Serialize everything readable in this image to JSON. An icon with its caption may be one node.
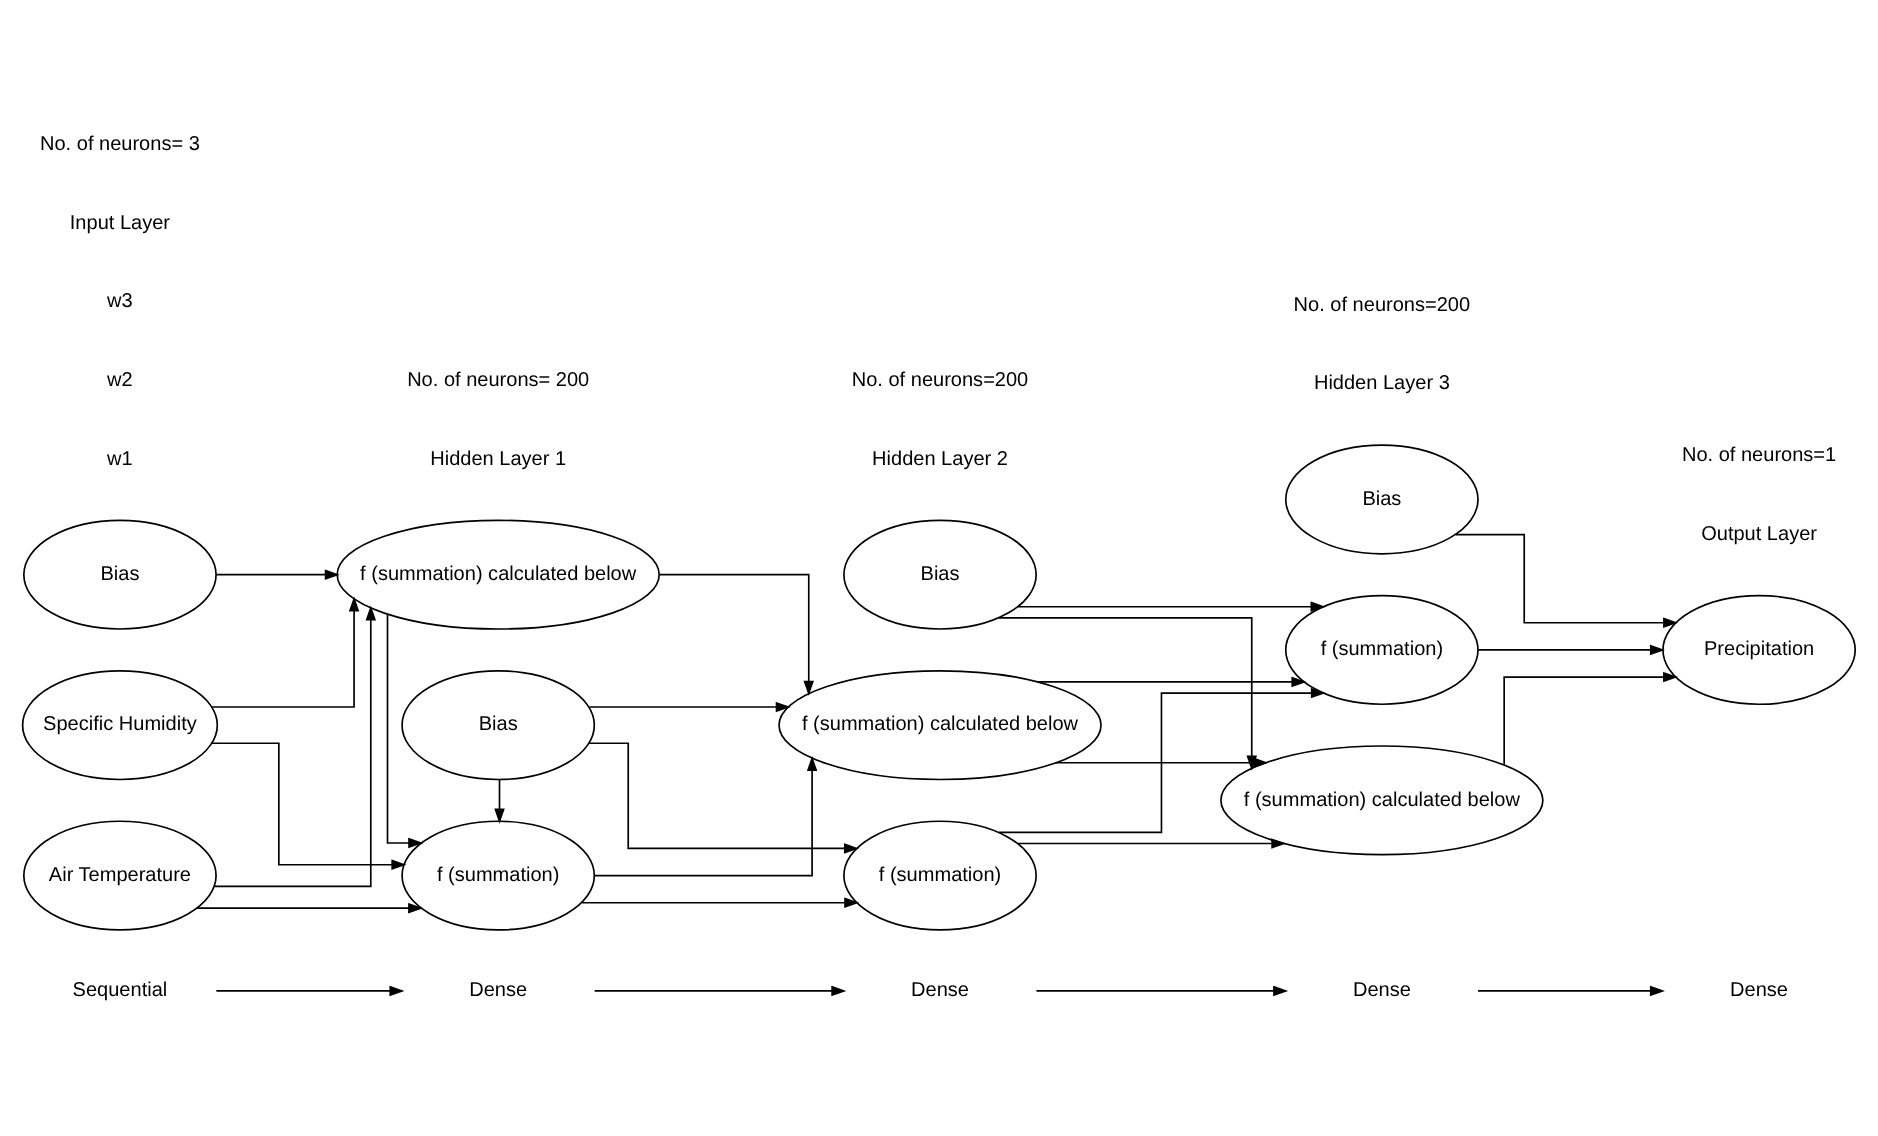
{
  "diagram": {
    "nodes": [
      {
        "text": [
          "Sequential"
        ]
      },
      {
        "text": [
          "Dense"
        ]
      },
      {
        "text": [
          "Dense"
        ]
      },
      {
        "text": [
          "Dense"
        ]
      },
      {
        "text": [
          "Dense"
        ]
      },
      {
        "text": [
          "Bias"
        ]
      },
      {
        "text": [
          "Bias"
        ]
      },
      {
        "text": [
          "Bias"
        ]
      },
      {
        "text": [
          "Bias"
        ]
      },
      {
        "text": [
          "Air Temperature"
        ]
      },
      {
        "text": [
          "Specific Humidity"
        ]
      },
      {
        "text": [
          "f (summation) calculated below"
        ]
      },
      {
        "text": [
          "f (summation)"
        ]
      },
      {
        "text": [
          "f (summation) calculated below"
        ]
      },
      {
        "text": [
          "f (summation)"
        ]
      },
      {
        "text": [
          "f (summation) calculated below"
        ]
      },
      {
        "text": [
          "f (summation)"
        ]
      },
      {
        "text": [
          "Precipitation"
        ]
      }
    ],
    "edges": [
      {
        "from": 0,
        "to": 1,
        "arrow": "to"
      },
      {
        "from": 1,
        "to": 2,
        "arrow": "to"
      },
      {
        "from": 2,
        "to": 3,
        "arrow": "to"
      },
      {
        "from": 3,
        "to": 4,
        "arrow": "to"
      },
      {
        "from": 5,
        "to": 11,
        "arrow": "to"
      },
      {
        "from": 9,
        "to": 11,
        "arrow": "to"
      },
      {
        "from": 10,
        "to": 11,
        "arrow": "to"
      },
      {
        "from": 9,
        "to": 12,
        "arrow": "to"
      },
      {
        "from": 10,
        "to": 12,
        "arrow": "to"
      },
      {
        "from": 6,
        "to": 12,
        "arrow": "to"
      },
      {
        "from": 11,
        "to": 12,
        "arrow": "to"
      },
      {
        "from": 6,
        "to": 13,
        "arrow": "to"
      },
      {
        "from": 11,
        "to": 13,
        "arrow": "to"
      },
      {
        "from": 12,
        "to": 13,
        "arrow": "to"
      },
      {
        "from": 6,
        "to": 14,
        "arrow": "to"
      },
      {
        "from": 12,
        "to": 14,
        "arrow": "to"
      },
      {
        "from": 7,
        "to": 15,
        "arrow": "to"
      },
      {
        "from": 13,
        "to": 15,
        "arrow": "to"
      },
      {
        "from": 14,
        "to": 15,
        "arrow": "to"
      },
      {
        "from": 7,
        "to": 16,
        "arrow": "to"
      },
      {
        "from": 13,
        "to": 16,
        "arrow": "to"
      },
      {
        "from": 14,
        "to": 16,
        "arrow": "to"
      },
      {
        "from": 8,
        "to": 17,
        "arrow": "to"
      },
      {
        "from": 15,
        "to": 17,
        "arrow": "to"
      },
      {
        "from": 16,
        "to": 17,
        "arrow": "to"
      }
    ],
    "labels": [
      "w1",
      "w2",
      "w3",
      "Input Layer",
      "Hidden Layer 1",
      "Hidden Layer 2",
      "Hidden Layer 3",
      "Output Layer",
      "No. of neurons= 3",
      "No. of neurons= 200",
      "No. of neurons=200",
      "No. of neurons=200",
      "No. of neurons=1"
    ]
  }
}
